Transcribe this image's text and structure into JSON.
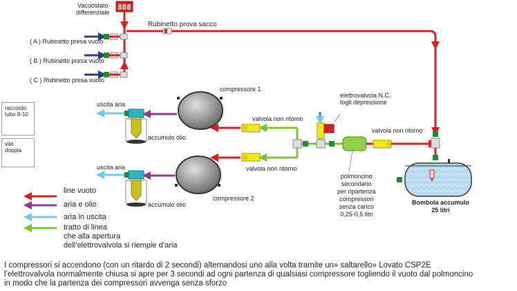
{
  "labels": {
    "vacuostato": "Vacuostato\ndifferenziale",
    "display_value": "888",
    "rubinetto_prova_sacco": "Rubinetto prova sacco",
    "rubinetto_a": "( A ) Rubinetto presa vuoto",
    "rubinetto_b": "( B ) Rubinetto presa vuoto",
    "rubinetto_c": "( C ) Rubinetto presa vuoto",
    "compressore_1": "compressore 1",
    "compressore_2": "compressore 2",
    "uscita_aria_1": "uscita aria",
    "uscita_aria_2": "uscita aria",
    "accumulo_olio_1": "accumulo olio",
    "accumulo_olio_2": "accumulo olio",
    "valvola_nr_1": "valvola non ritorno",
    "valvola_nr_2": "valvola non ritorno",
    "valvola_nr_3": "valvola non ritorno",
    "elettrovalvola": "elettrovalvola N.C.\ntogli depressione",
    "polmoncino": "polmoncino\nsecondario\nper ripartenza\ncompressori\nsenza carico\n0,25-0,5 litri",
    "bombola": "Bombola accumulo\n25 litri",
    "raccordo": "raccordo\ntubo 8-10",
    "vite_doppia": "vite doppia"
  },
  "legend": [
    {
      "label": "line vuoto",
      "color": "#d42020"
    },
    {
      "label": "aria e olio",
      "color": "#8a3a8a"
    },
    {
      "label": "aria in uscita",
      "color": "#7dc4ea"
    },
    {
      "label": "tratto di linea\nche alla apertura\ndell’elettrovalvola si riempie d’aria",
      "color": "#7dc23a"
    }
  ],
  "caption": [
    "I compressori si accendono (con un ritardo di 2 secondi) alternandosi uno alla volta tramite un» saltarello» Lovato CSP2E",
    "l’elettrovalvola normalmente chiusa si apre per 3 secondi ad ogni partenza di qualsiasi compressore togliendo il vuoto dal polmoncino",
    "in modo che la partenza dei compressori avvenga senza sforzo"
  ],
  "colors": {
    "vacuum": "#d42020",
    "air_oil": "#8a3a8a",
    "air_out": "#7dc4ea",
    "fill_line": "#7dc23a",
    "valve_yellow": "#f3e81a",
    "fitting_green": "#1f8a3a"
  }
}
